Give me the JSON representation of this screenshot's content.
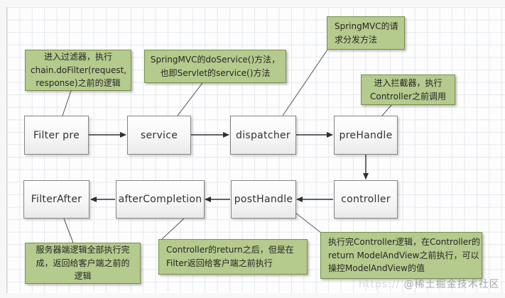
{
  "diagram": {
    "nodes": [
      {
        "id": "filter-pre",
        "label": "Filter pre"
      },
      {
        "id": "service",
        "label": "service"
      },
      {
        "id": "dispatcher",
        "label": "dispatcher"
      },
      {
        "id": "prehandle",
        "label": "preHandle"
      },
      {
        "id": "filter-after",
        "label": "FilterAfter"
      },
      {
        "id": "after-completion",
        "label": "afterCompletion"
      },
      {
        "id": "posthandle",
        "label": "postHandle"
      },
      {
        "id": "controller",
        "label": "controller"
      }
    ],
    "callouts": [
      {
        "id": "note-filter-pre",
        "lines": [
          "进入过滤器，执行",
          "chain.doFilter(request,",
          "response)之前的逻辑"
        ]
      },
      {
        "id": "note-service",
        "lines": [
          "SpringMVC的doService()方法，",
          "也即Servlet的service()方法"
        ]
      },
      {
        "id": "note-dispatcher",
        "lines": [
          "SpringMVC的请",
          "求分发方法"
        ]
      },
      {
        "id": "note-prehandle",
        "lines": [
          "进入拦截器，执行",
          "Controller之前调用"
        ]
      },
      {
        "id": "note-filter-after",
        "lines": [
          "服务器端逻辑全部执行完",
          "成，返回给客户端之前的",
          "逻辑"
        ]
      },
      {
        "id": "note-after-completion",
        "lines": [
          "Controller的return之后，但是在",
          "Filter返回给客户端之前执行"
        ]
      },
      {
        "id": "note-posthandle",
        "lines": [
          "执行完Controller逻辑，在Controller的",
          "return ModelAndView之前执行，可以",
          "操控ModelAndView的值"
        ]
      }
    ],
    "watermark": {
      "faint_prefix": "https://",
      "text": "@稀土掘金技术社区"
    },
    "colors": {
      "callout_fill": "#b5ca8d",
      "callout_border": "#75904a",
      "node_fill": "#f8f8f8",
      "node_border": "#848484",
      "arrow": "#2f2f2f",
      "connector": "#6a6a6a",
      "grid_line": "#e4e8ee",
      "watermark": "#94989e"
    }
  }
}
